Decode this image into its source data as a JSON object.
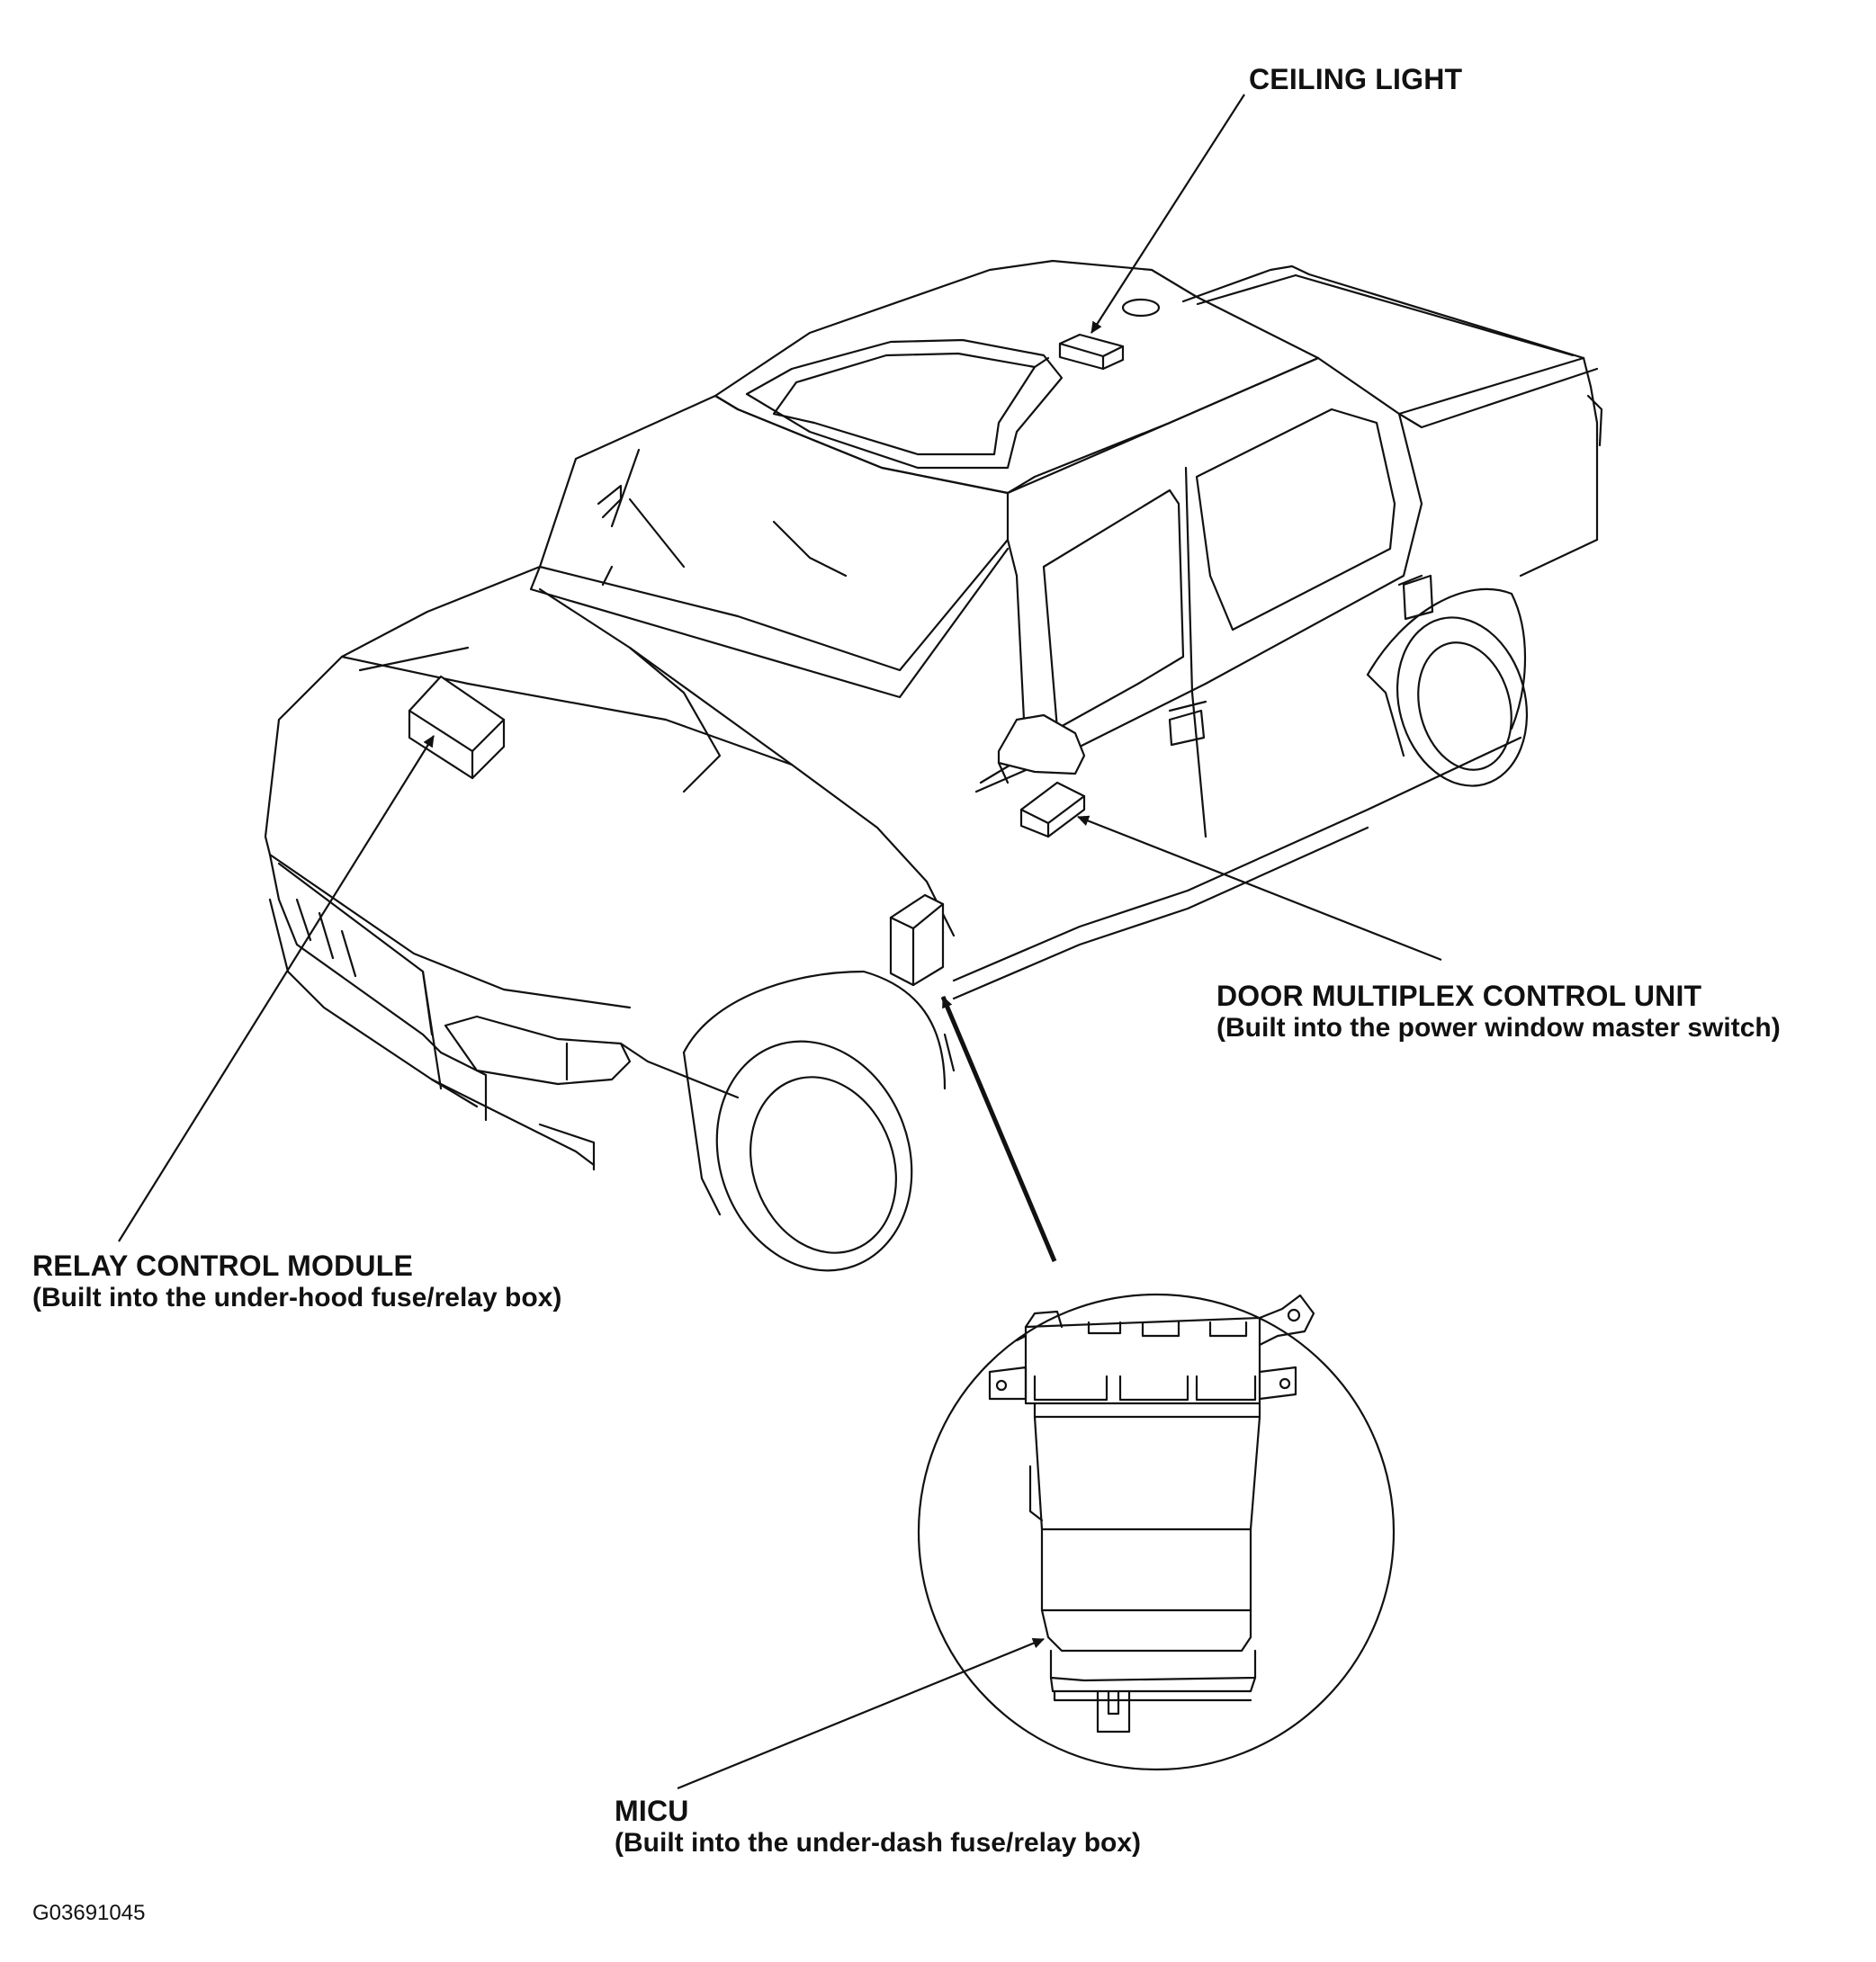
{
  "labels": {
    "ceiling_light": {
      "title": "CEILING LIGHT"
    },
    "door_unit": {
      "title": "DOOR MULTIPLEX CONTROL UNIT",
      "subtitle": "(Built into the power window master switch)"
    },
    "relay_module": {
      "title": "RELAY CONTROL MODULE",
      "subtitle": "(Built into the under-hood fuse/relay box)"
    },
    "micu": {
      "title": "MICU",
      "subtitle": "(Built into the under-dash fuse/relay box)"
    }
  },
  "figure_code": "G03691045",
  "colors": {
    "line": "#111111",
    "paper": "#ffffff"
  }
}
